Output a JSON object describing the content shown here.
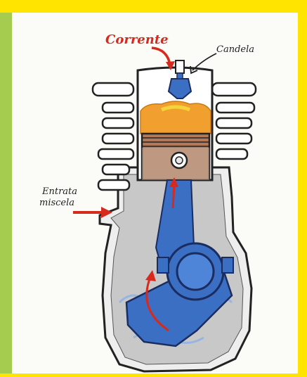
{
  "labels": {
    "corrente": "Corrente",
    "candela": "Candela",
    "entrata_line1": "Entrata",
    "entrata_line2": "miscela"
  },
  "colors": {
    "frame_yellow": "#ffe400",
    "frame_green": "#a6cc4f",
    "arrow_red": "#d62a1e",
    "crankcase_grey": "#c8c8c8",
    "rod_blue": "#3b6fc4",
    "piston_brown": "#b07a5a",
    "flame_orange": "#f1a030"
  }
}
